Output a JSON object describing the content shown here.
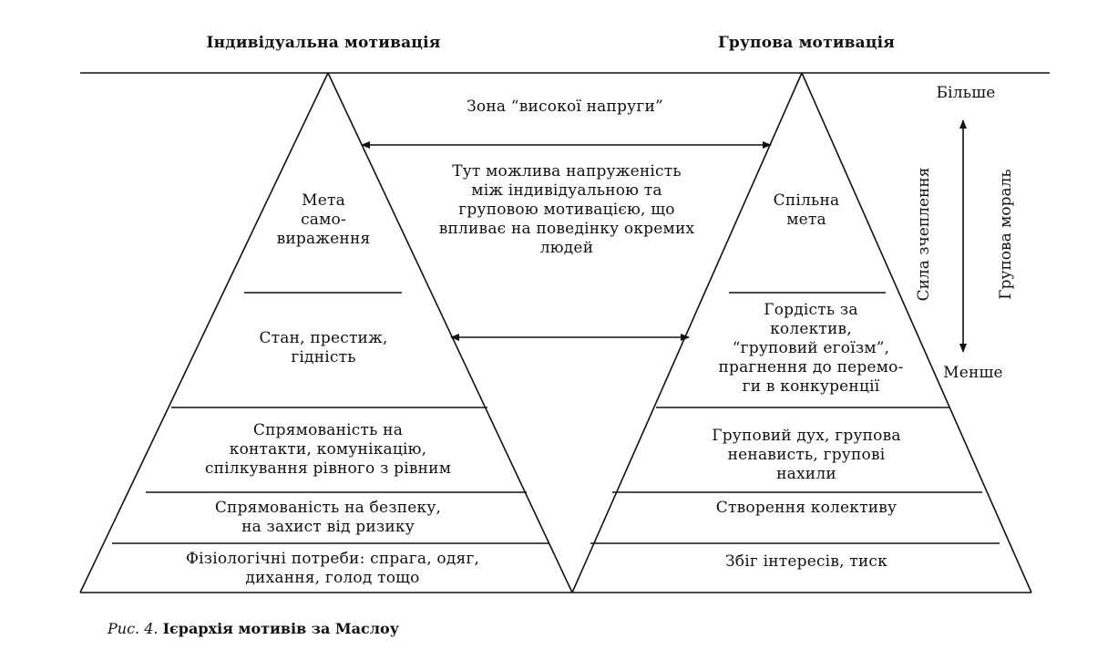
{
  "headers": {
    "individual": "Індивідуальна мотивація",
    "group": "Групова мотивація"
  },
  "center": {
    "zone": "Зона “високої напруги”",
    "tension": "Тут можлива напруженість\nміж індивідуальною та\nгруповою мотивацією, що\nвпливає на поведінку окремих\nлюдей"
  },
  "left_pyramid": {
    "goal": "Мета\nсамо-\nвираження",
    "status": "Стан, престиж,\nгідність",
    "contacts": "Спрямованість на\nконтакти, комунікацію,\nспілкування рівного з рівним",
    "safety": "Спрямованість на безпеку,\nна захист від ризику",
    "physiology": "Фізіологічні потреби: спрага, одяг,\nдихання, голод тощо"
  },
  "right_pyramid": {
    "goal": "Спільна\nмета",
    "pride": "Гордість за\nколектив,\n“груповий егоїзм”,\nпрагнення до перемо-\nги в конкуренції",
    "spirit": "Груповий дух, групова\nненависть, групові\nнахили",
    "team": "Створення колективу",
    "interests": "Збіг інтересів, тиск"
  },
  "scale": {
    "more": "Більше",
    "less": "Менше",
    "cohesion": "Сила зчеплення",
    "morale": "Групова мораль"
  },
  "caption": {
    "figure": "Рис. 4.",
    "title": "Ієрархія мотивів за Маслоу"
  }
}
